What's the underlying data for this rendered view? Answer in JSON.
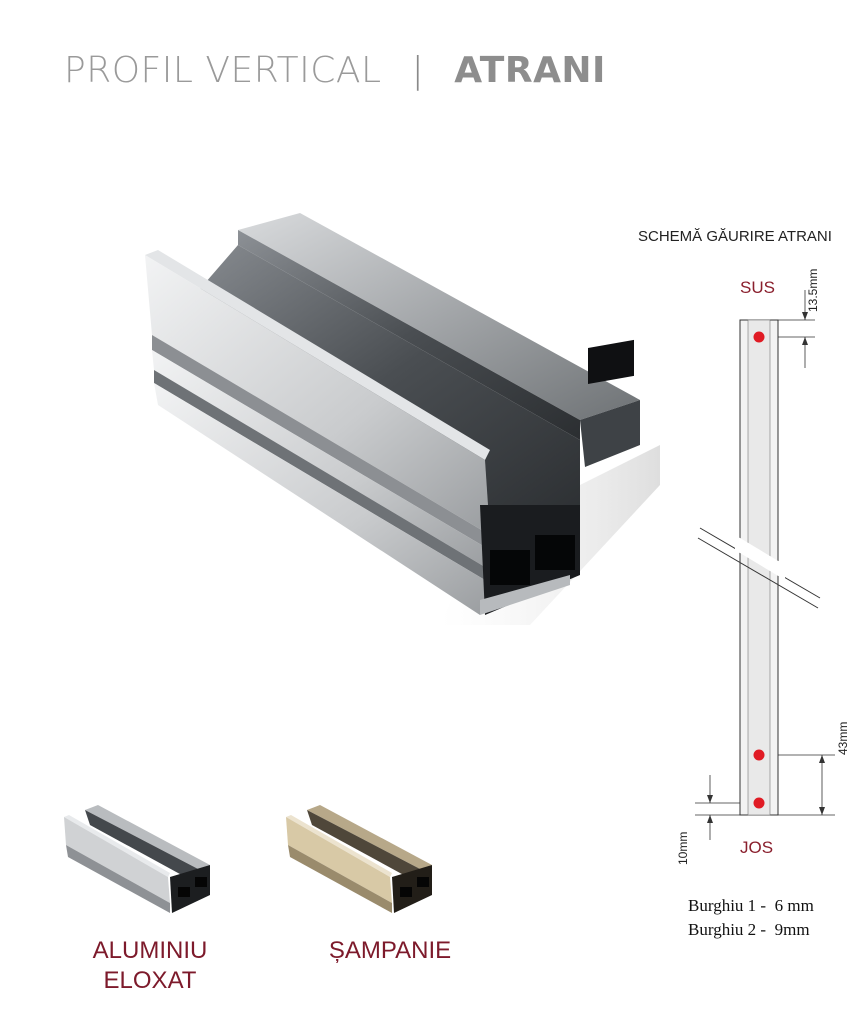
{
  "header": {
    "title_left": "PROFIL VERTICAL",
    "separator": "|",
    "title_right": "ATRANI"
  },
  "scheme": {
    "title": "SCHEMĂ GĂURIRE ATRANI",
    "top_label": "SUS",
    "bottom_label": "JOS",
    "dim_top": "13.5mm",
    "dim_bottom_spacing": "43mm",
    "dim_bottom": "10mm",
    "drills": [
      {
        "name": "Burghiu 1",
        "size": "6 mm"
      },
      {
        "name": "Burghiu 2",
        "size": "9mm"
      }
    ],
    "hole_color": "#e01b24"
  },
  "finishes": [
    {
      "line1": "ALUMINIU",
      "line2": "ELOXAT"
    },
    {
      "line1": "ȘAMPANIE",
      "line2": ""
    }
  ],
  "colors": {
    "accent": "#7d1a2b",
    "title_gray": "#9a9a9a"
  }
}
